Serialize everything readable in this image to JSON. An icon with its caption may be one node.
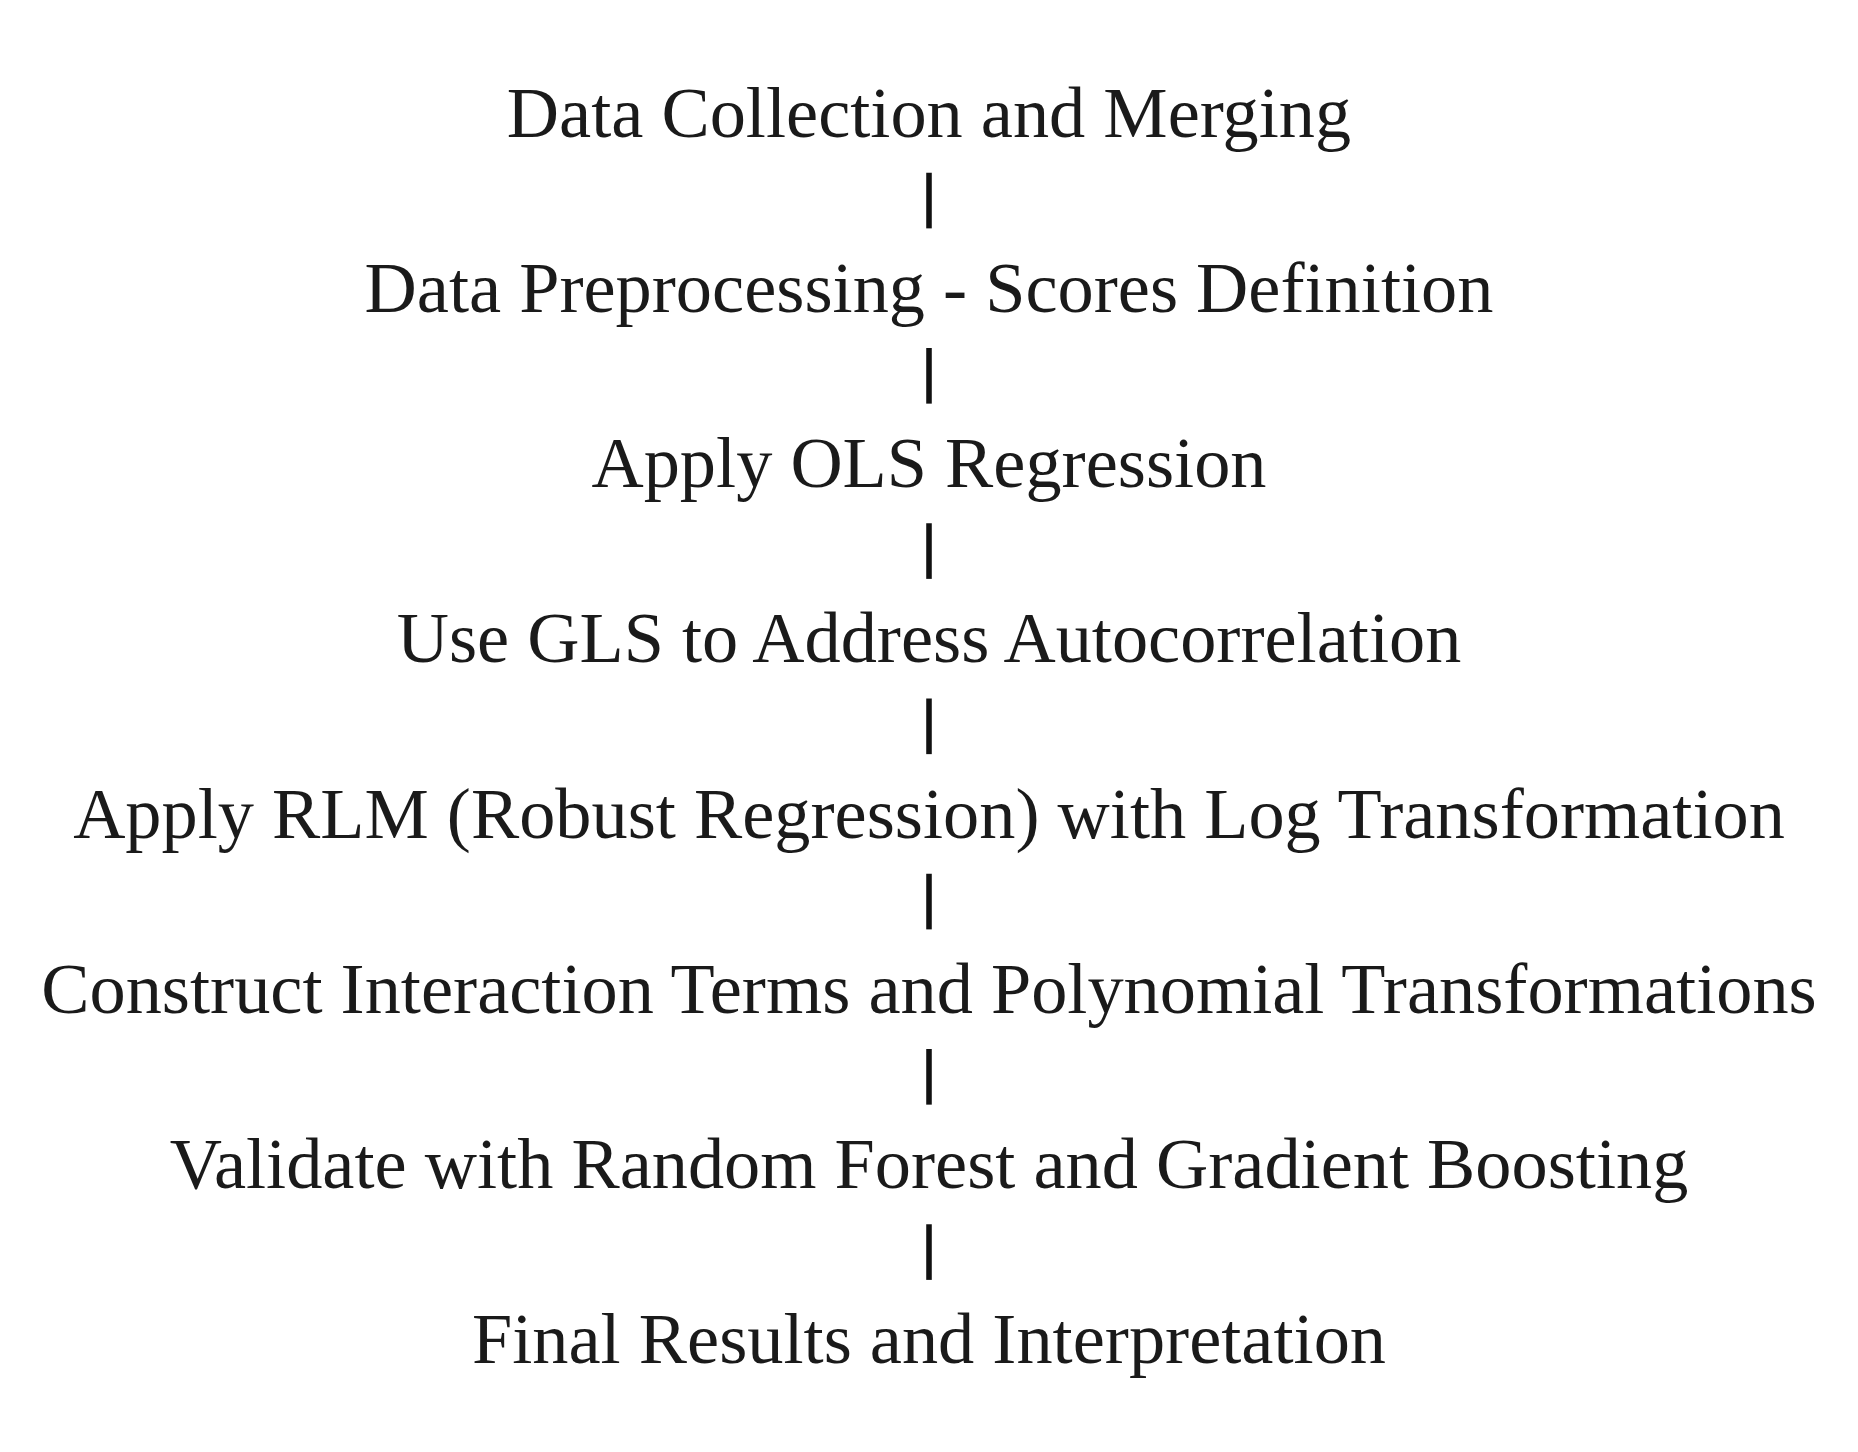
{
  "diagram": {
    "nodes": [
      {
        "text": [
          "Data Collection and Merging"
        ]
      },
      {
        "text": [
          "Data Preprocessing - Scores Definition"
        ]
      },
      {
        "text": [
          "Apply OLS Regression"
        ]
      },
      {
        "text": [
          "Use GLS to Address Autocorrelation"
        ]
      },
      {
        "text": [
          "Apply RLM (Robust Regression) with Log Transformation"
        ]
      },
      {
        "text": [
          "Construct Interaction Terms and Polynomial Transformations"
        ]
      },
      {
        "text": [
          "Validate with Random Forest and Gradient Boosting"
        ]
      },
      {
        "text": [
          "Final Results and Interpretation"
        ]
      }
    ],
    "edges": [
      {
        "from": 0,
        "to": 1,
        "arrow": "none"
      },
      {
        "from": 1,
        "to": 2,
        "arrow": "none"
      },
      {
        "from": 2,
        "to": 3,
        "arrow": "none"
      },
      {
        "from": 3,
        "to": 4,
        "arrow": "none"
      },
      {
        "from": 4,
        "to": 5,
        "arrow": "none"
      },
      {
        "from": 5,
        "to": 6,
        "arrow": "none"
      },
      {
        "from": 6,
        "to": 7,
        "arrow": "none"
      }
    ]
  }
}
